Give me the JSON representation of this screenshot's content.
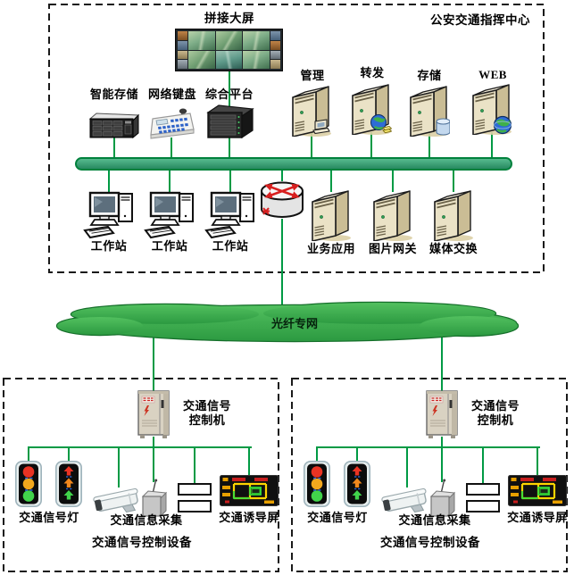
{
  "colors": {
    "line_green": "#009a44",
    "bus_fill_top": "#5cbf93",
    "bus_fill_bottom": "#23855c",
    "bus_border": "#00813c",
    "cloud_fill_top": "#52c05f",
    "cloud_fill_bottom": "#2c9a41",
    "cloud_border": "#156f2a",
    "dash_border": "#1a1a1a"
  },
  "command_center": {
    "label": "公安交通指挥中心",
    "video_wall_label": "拼接大屏",
    "storage_label": "智能存储",
    "keyboard_label": "网络键盘",
    "platform_label": "综合平台",
    "servers": [
      {
        "label": "管理"
      },
      {
        "label": "转发"
      },
      {
        "label": "存储"
      },
      {
        "label": "WEB"
      }
    ],
    "workstations": [
      {
        "label": "工作站"
      },
      {
        "label": "工作站"
      },
      {
        "label": "工作站"
      }
    ],
    "app_servers": [
      {
        "label": "业务应用"
      },
      {
        "label": "图片网关"
      },
      {
        "label": "媒体交换"
      }
    ]
  },
  "network": {
    "cloud_label": "光纤专网"
  },
  "sites": [
    {
      "controller_line1": "交通信号",
      "controller_line2": "控制机",
      "light_label": "交通信号灯",
      "collect_label": "交通信息采集",
      "guide_label": "交通诱导屏",
      "box_label": "交通信号控制设备"
    },
    {
      "controller_line1": "交通信号",
      "controller_line2": "控制机",
      "light_label": "交通信号灯",
      "collect_label": "交通信息采集",
      "guide_label": "交通诱导屏",
      "box_label": "交通信号控制设备"
    }
  ]
}
